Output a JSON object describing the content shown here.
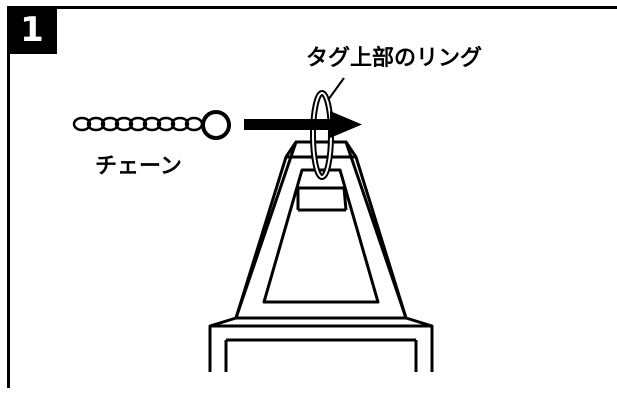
{
  "step": {
    "number": "1"
  },
  "labels": {
    "ring": "タグ上部のリング",
    "chain": "チェーン"
  }
}
